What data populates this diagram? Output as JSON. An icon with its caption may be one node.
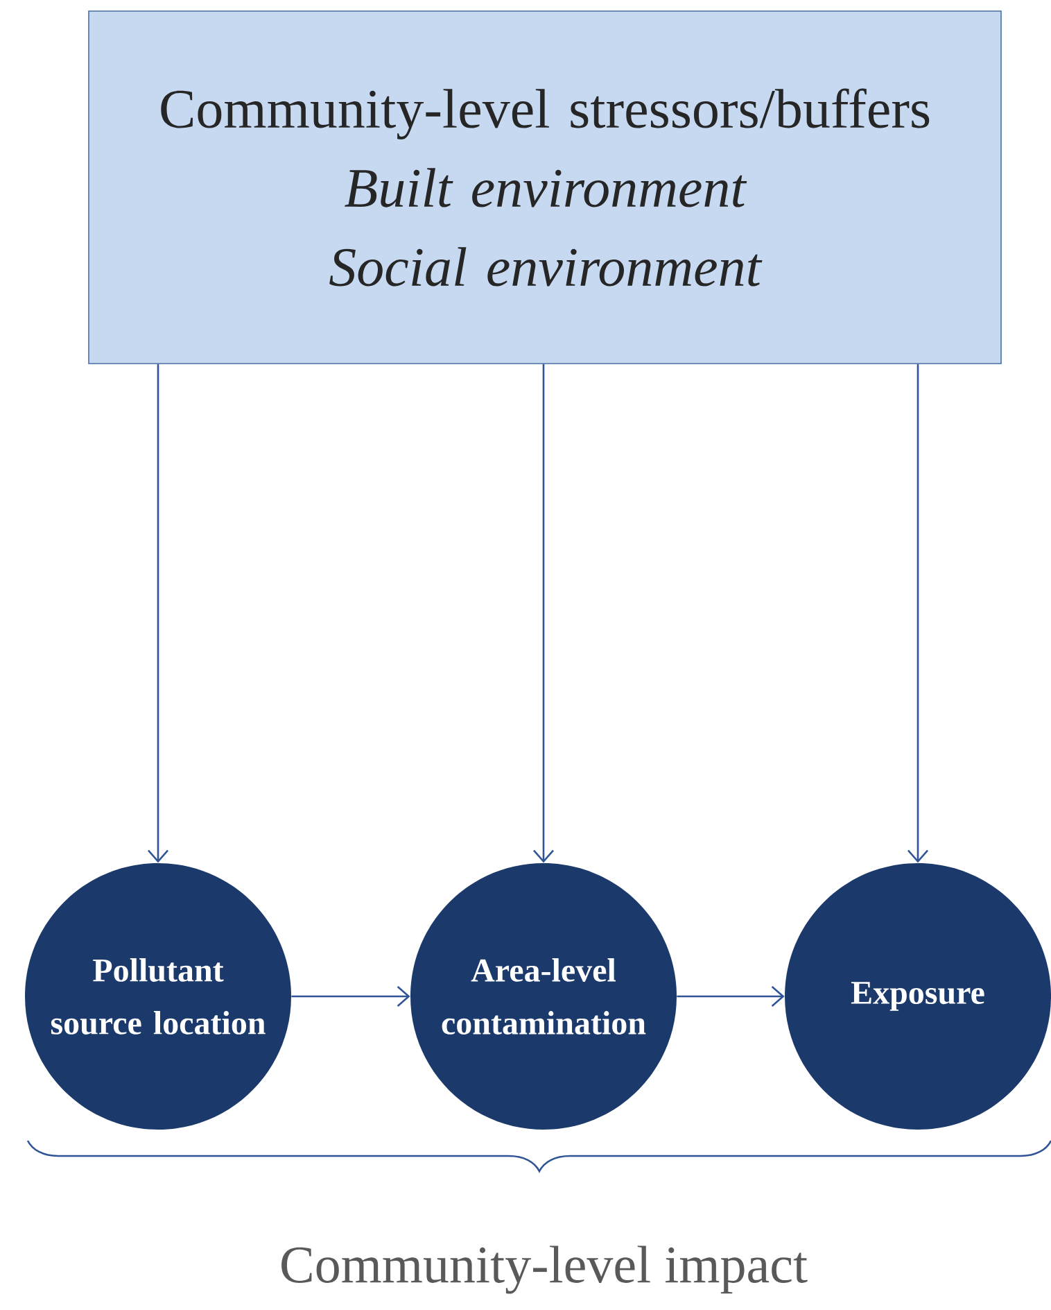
{
  "diagram": {
    "nodes": [
      {
        "text": [
          "Community-level stressors/buffers",
          "Built environment",
          "Social environment"
        ]
      },
      {
        "text": [
          "Pollutant source location"
        ]
      },
      {
        "text": [
          "Area-level contamination"
        ]
      },
      {
        "text": [
          "Exposure"
        ]
      }
    ],
    "edges": [
      {
        "from": 0,
        "to": 1,
        "arrow": "to"
      },
      {
        "from": 0,
        "to": 2,
        "arrow": "to"
      },
      {
        "from": 0,
        "to": 3,
        "arrow": "to"
      },
      {
        "from": 1,
        "to": 2,
        "arrow": "to"
      },
      {
        "from": 2,
        "to": 3,
        "arrow": "to"
      }
    ],
    "labels": [
      "Community-level impact"
    ]
  }
}
